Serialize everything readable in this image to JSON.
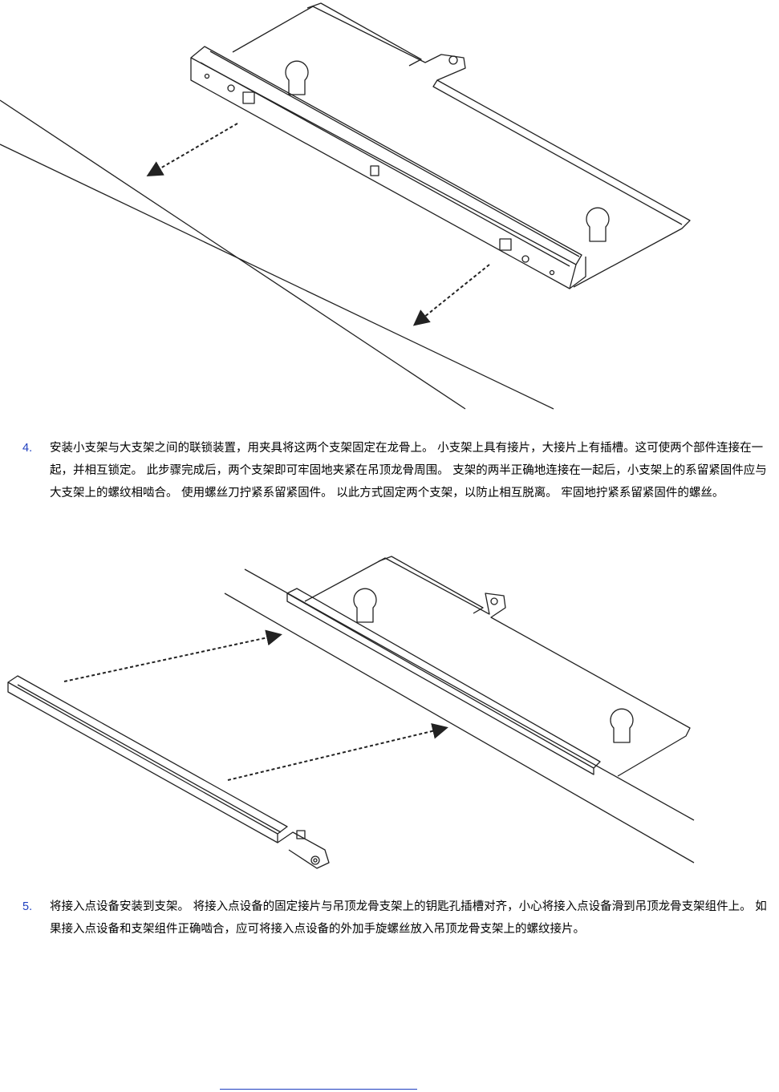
{
  "steps": [
    {
      "number": "4.",
      "text": "安装小支架与大支架之间的联锁装置，用夹具将这两个支架固定在龙骨上。 小支架上具有接片，大接片上有插槽。这可使两个部件连接在一起，并相互锁定。 此步骤完成后，两个支架即可牢固地夹紧在吊顶龙骨周围。 支架的两半正确地连接在一起后，小支架上的系留紧固件应与大支架上的螺纹相啮合。 使用螺丝刀拧紧系留紧固件。 以此方式固定两个支架，以防止相互脱离。 牢固地拧紧系留紧固件的螺丝。"
    },
    {
      "number": "5.",
      "text": "将接入点设备安装到支架。 将接入点设备的固定接片与吊顶龙骨支架上的钥匙孔插槽对齐，小心将接入点设备滑到吊顶龙骨支架组件上。 如果接入点设备和支架组件正确啮合，应可将接入点设备的外加手旋螺丝放入吊顶龙骨支架上的螺纹接片。"
    }
  ],
  "colors": {
    "step_number": "#1f3fbf",
    "footer_rule": "#1f3fbf",
    "line_art": "#222222"
  }
}
